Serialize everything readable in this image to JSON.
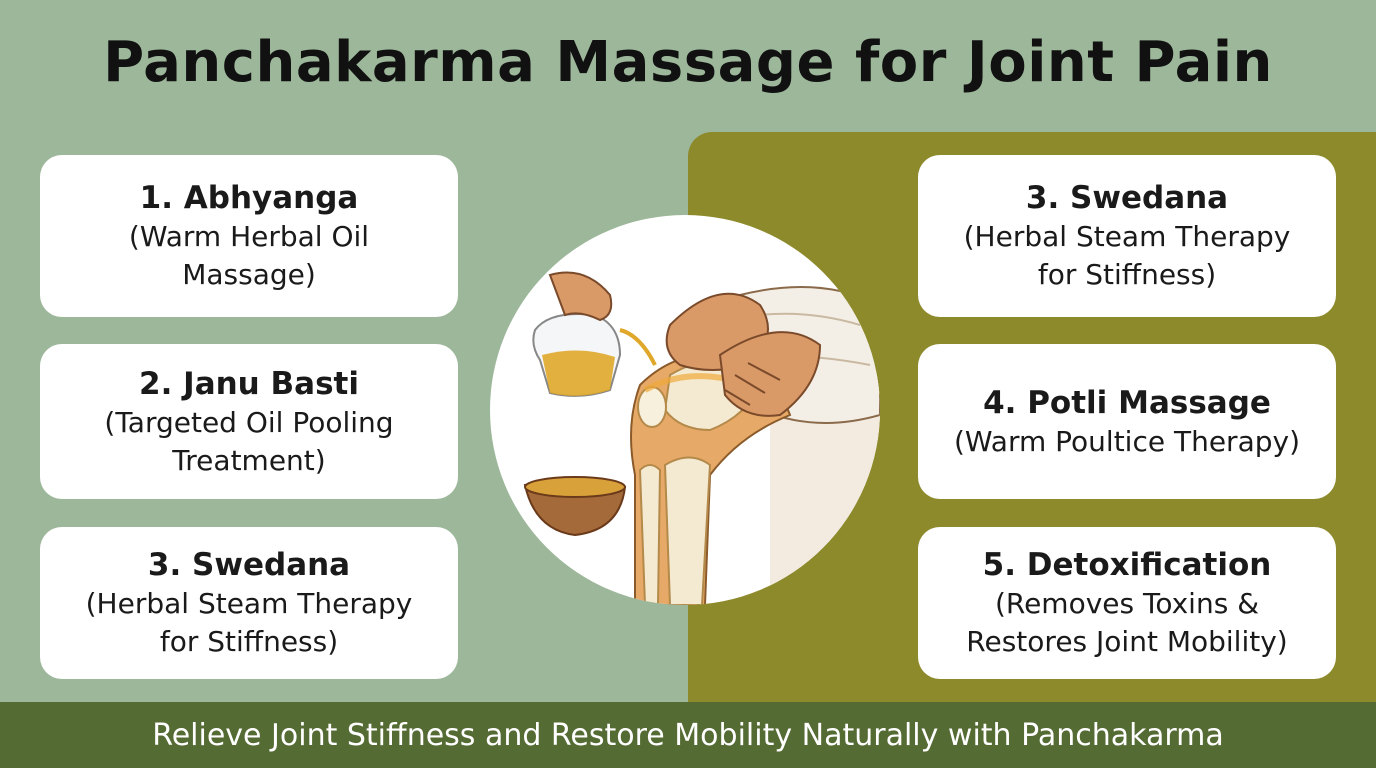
{
  "title": "Panchakarma Massage for Joint Pain",
  "left_cards": [
    {
      "head": "1. Abhyanga",
      "desc": [
        "(Warm Herbal Oil",
        "Massage)"
      ]
    },
    {
      "head": "2. Janu Basti",
      "desc": [
        "(Targeted Oil Pooling",
        "Treatment)"
      ]
    },
    {
      "head": "3. Swedana",
      "desc": [
        "(Herbal Steam Therapy",
        "for Stiffness)"
      ]
    }
  ],
  "right_cards": [
    {
      "head": "3. Swedana",
      "desc": [
        "(Herbal Steam Therapy",
        "for Stiffness)"
      ]
    },
    {
      "head": "4. Potli Massage",
      "desc": [
        "(Warm Poultice Therapy)"
      ]
    },
    {
      "head": "5. Detoxification",
      "desc": [
        "(Removes Toxins &",
        "Restores Joint Mobility)"
      ]
    }
  ],
  "footer": "Relieve Joint Stiffness and Restore Mobility Naturally with Panchakarma",
  "colors": {
    "background_green": "#9db79a",
    "olive_panel": "#8d8a2c",
    "footer_green": "#556b34",
    "card": "#ffffff"
  },
  "illustration": "knee-massage-illustration"
}
